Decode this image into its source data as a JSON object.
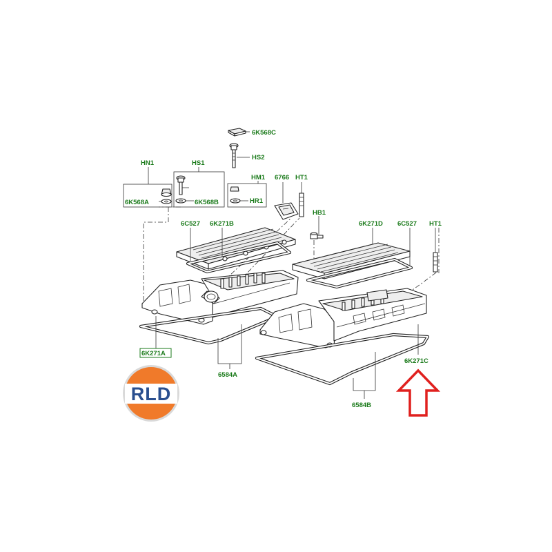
{
  "colors": {
    "label": "#1a7a1a",
    "line": "#333333",
    "arrow": "#e0201e",
    "logo_orange": "#f07a2a",
    "logo_blue": "#2a4f8f"
  },
  "logo": {
    "text": "RLD"
  },
  "labels": {
    "k568c": "6K568C",
    "hs2": "HS2",
    "hn1": "HN1",
    "hs1": "HS1",
    "hm1": "HM1",
    "p6766": "6766",
    "ht1_top": "HT1",
    "k568a": "6K568A",
    "k568b": "6K568B",
    "hr1": "HR1",
    "hb1": "HB1",
    "c527_left": "6C527",
    "k271b": "6K271B",
    "k271d": "6K271D",
    "c527_right": "6C527",
    "ht1_right": "HT1",
    "k271a": "6K271A",
    "p6584a": "6584A",
    "k271c": "6K271C",
    "p6584b": "6584B"
  },
  "icons": {
    "highlight_arrow": "up-arrow-icon"
  }
}
